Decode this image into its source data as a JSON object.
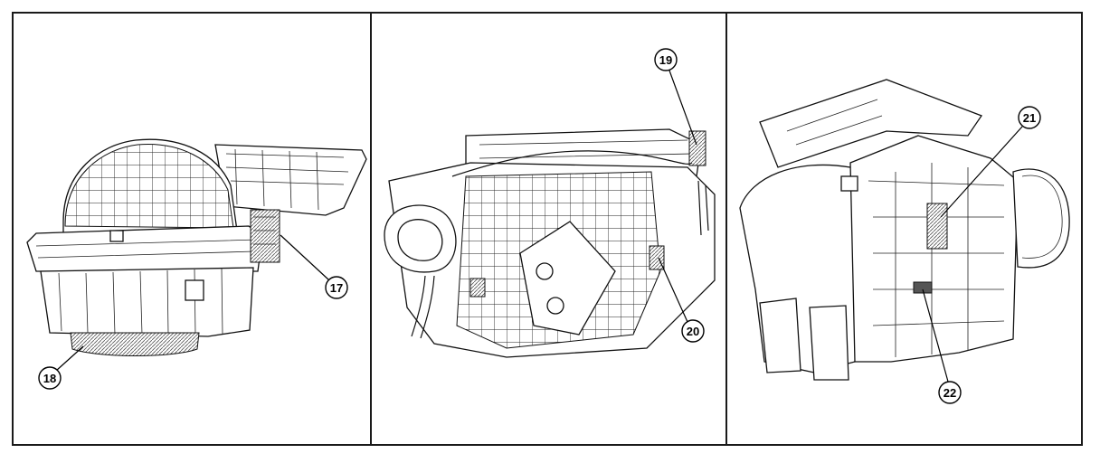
{
  "colors": {
    "line": "#111111",
    "background": "#ffffff",
    "hatch": "#777777"
  },
  "panels": [
    {
      "callouts": [
        "17",
        "18"
      ]
    },
    {
      "callouts": [
        "19",
        "20"
      ]
    },
    {
      "callouts": [
        "21",
        "22"
      ]
    }
  ]
}
